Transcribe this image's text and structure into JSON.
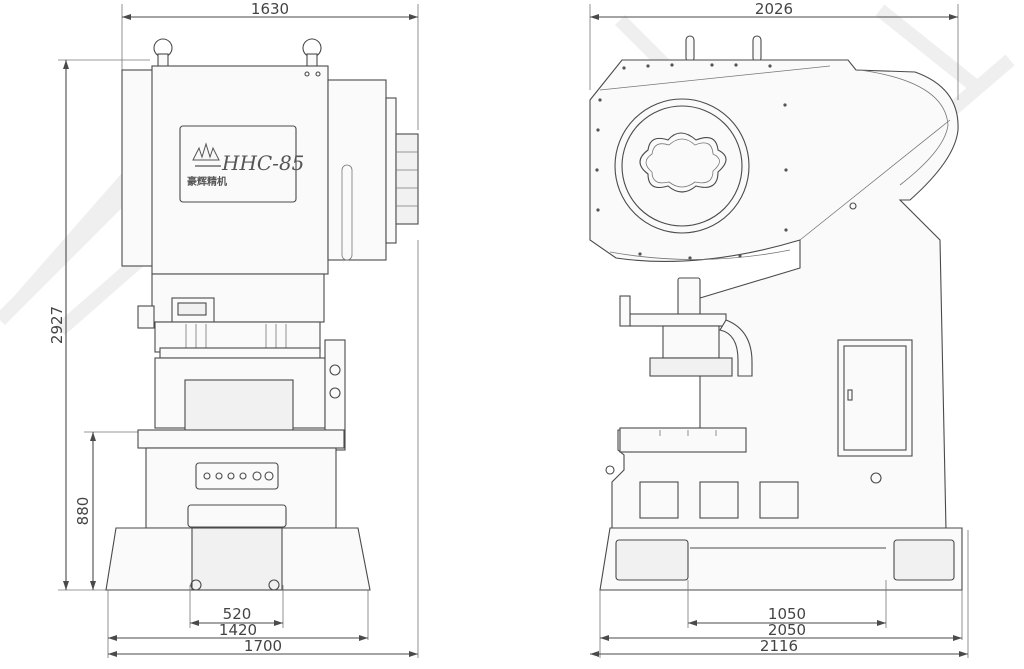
{
  "front_view": {
    "width_top": "1630",
    "height_total": "2927",
    "height_lower": "880",
    "width_520": "520",
    "width_1420": "1420",
    "width_1700": "1700",
    "badge_model": "HHC-85",
    "badge_company": "豪辉精机",
    "logo_icon": "crown-logo-icon"
  },
  "side_view": {
    "width_top": "2026",
    "width_1050": "1050",
    "width_2050": "2050",
    "width_2116": "2116"
  },
  "colors": {
    "line": "#4a4a4a",
    "text": "#444444",
    "background": "#ffffff"
  }
}
